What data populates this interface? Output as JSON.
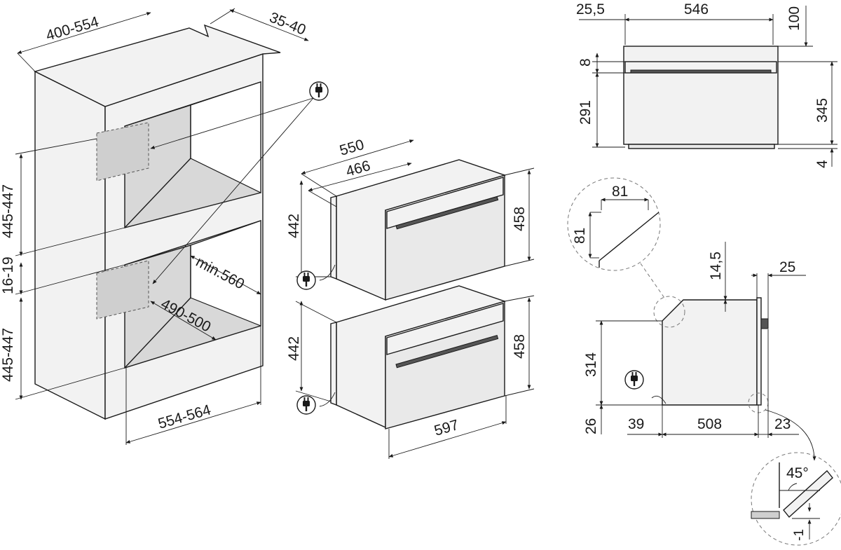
{
  "niche": {
    "depth_range": "400-554",
    "top_offset": "35-40",
    "upper_height": "445-447",
    "gap": "16-19",
    "lower_height": "445-447",
    "width": "554-564",
    "min_depth": "min.560",
    "inner_depth": "490-500"
  },
  "front_oven": {
    "upper_depth": "550",
    "upper_inner_depth": "466",
    "upper_height_left": "442",
    "upper_height_right": "458",
    "lower_height_left": "442",
    "lower_height_right": "458",
    "front_width": "597"
  },
  "top_view": {
    "offset": "25,5",
    "width": "546",
    "top_height": "100",
    "strip": "8",
    "body": "291",
    "total": "345",
    "bottom": "4"
  },
  "side_view": {
    "detail_w": "81",
    "detail_h": "81",
    "top_gap": "14,5",
    "door_thickness": "25",
    "body_height": "314",
    "base": "26",
    "front_depth": "39",
    "depth": "508",
    "back": "23",
    "angle": "45°",
    "tolerance": "-1"
  },
  "icons": [
    "plug-icon",
    "plug-icon",
    "plug-icon",
    "plug-icon",
    "plug-icon"
  ]
}
